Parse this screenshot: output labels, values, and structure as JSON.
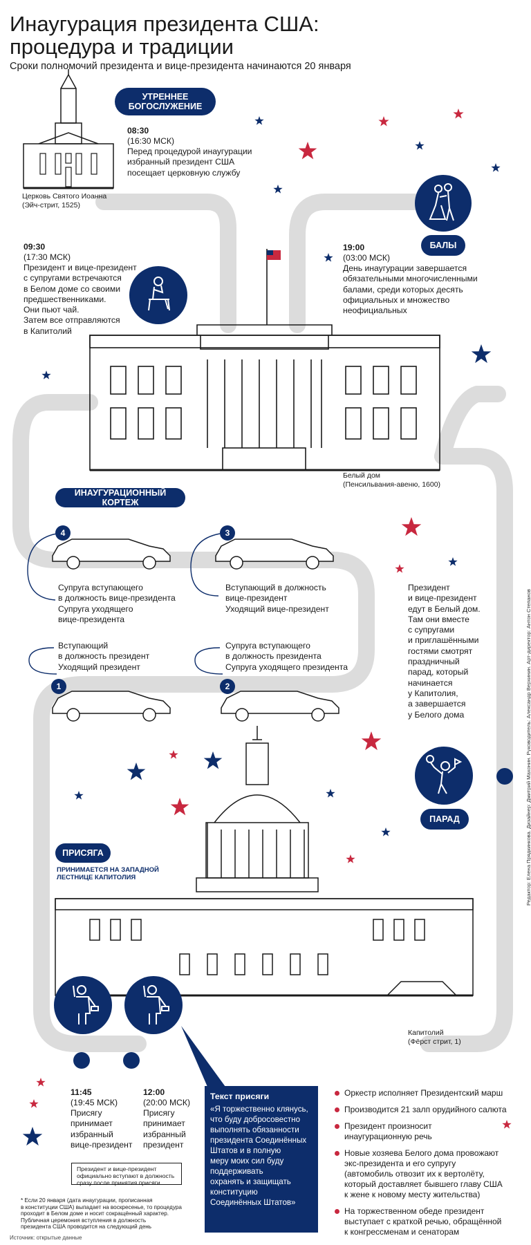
{
  "title": "Инаугурация президента США:\nпроцедура и традиции",
  "subtitle": "Сроки полномочий президента и вице-президента начинаются 20 января",
  "church": {
    "caption": "Церковь Святого Иоанна\n(Эйч-стрит, 1525)",
    "badge": "УТРЕННЕЕ\nБОГОСЛУЖЕНИЕ",
    "time": "08:30",
    "msk": "(16:30 МСК)",
    "text": "Перед процедурой инаугурации\nизбранный президент США\nпосещает церковную службу"
  },
  "balls": {
    "badge": "БАЛЫ",
    "time": "19:00",
    "msk": "(03:00 МСК)",
    "text": "День инаугурации завершается\nобязательными многочисленными\nбалами, среди которых десять\nофициальных и множество\nнеофициальных"
  },
  "whitehouse_meeting": {
    "time": "09:30",
    "msk": "(17:30 МСК)",
    "text": "Президент и вице-президент\nс супругами встречаются\nв Белом доме со своими\nпредшественниками.\nОни пьют чай.\nЗатем все отправляются\nв Капитолий"
  },
  "whitehouse": {
    "caption": "Белый дом\n(Пенсильвания-авеню, 1600)"
  },
  "motorcade": {
    "badge": "ИНАУГУРАЦИОННЫЙ КОРТЕЖ",
    "cars": [
      {
        "num": "4",
        "lines": "Супруга вступающего\nв должность вице-президента\nСупруга уходящего\nвице-президента"
      },
      {
        "num": "3",
        "lines": "Вступающий в должность\nвице-президент\nУходящий вице-президент"
      },
      {
        "num": "1",
        "lines": "Вступающий\nв должность президент\nУходящий президент"
      },
      {
        "num": "2",
        "lines": "Супруга вступающего\nв должность президента\nСупруга уходящего президента"
      }
    ]
  },
  "parade": {
    "badge": "ПАРАД",
    "text": "Президент\nи вице-президент\nедут в Белый дом.\nТам они вместе\nс супругами\nи приглашёнными\nгостями смотрят\nпраздничный\nпарад, который\nначинается\nу Капитолия,\nа завершается\nу Белого дома"
  },
  "oath_section": {
    "badge": "ПРИСЯГА",
    "sub": "ПРИНИМАЕТСЯ НА ЗАПАДНОЙ\nЛЕСТНИЦЕ КАПИТОЛИЯ",
    "vp_time": "11:45",
    "vp_msk": "(19:45 МСК)",
    "vp_text": "Присягу\nпринимает\nизбранный\nвице-президент",
    "p_time": "12:00",
    "p_msk": "(20:00 МСК)",
    "p_text": "Присягу\nпринимает\nизбранный\nпрезидент",
    "note": "Президент и вице-президент\nофициально вступают в должность\nсразу после принятия присяги"
  },
  "capitol": {
    "caption": "Капитолий\n(Фёрст стрит, 1)"
  },
  "oath_text": {
    "title": "Текст присяги",
    "text": "«Я торжественно клянусь,\nчто буду добросовестно\nвыполнять обязанности\nпрезидента Соединённых\nШтатов и в полную\nмеру моих сил буду\nподдерживать\nохранять и защищать\nконституцию\nСоединённых Штатов»"
  },
  "events": [
    "Оркестр исполняет Президентский марш",
    "Производится 21 залп орудийного салюта",
    "Президент произносит\nинаугурационную речь",
    "Новые хозяева Белого дома провожают\nэкс-президента и его супругу\n(автомобиль отвозит их к вертолёту,\nкоторый доставляет бывшего главу США\nк жене к новому месту жительства)",
    "На торжественном обеде президент\nвыступает с краткой речью, обращённой\nк конгрессменам и сенаторам"
  ],
  "footnote": "* Если 20 января (дата инаугурации, прописанная\nв конституции США) выпадает на воскресенье, то процедура\nпроходит в Белом доме и носит сокращённый характер.\nПубличная церемония вступления в должность\nпрезидента США проводится на следующий день",
  "source": "Источник: открытые данные",
  "credits": "Редактор: Елена Прядкинкова. Дизайнер: Дмитрий Махонин. Руководитель: Александр Верхинин. Арт-директор: Антон Степанов",
  "colors": {
    "navy": "#0d2d6b",
    "red": "#c8283f",
    "road": "#d8d8d8"
  }
}
